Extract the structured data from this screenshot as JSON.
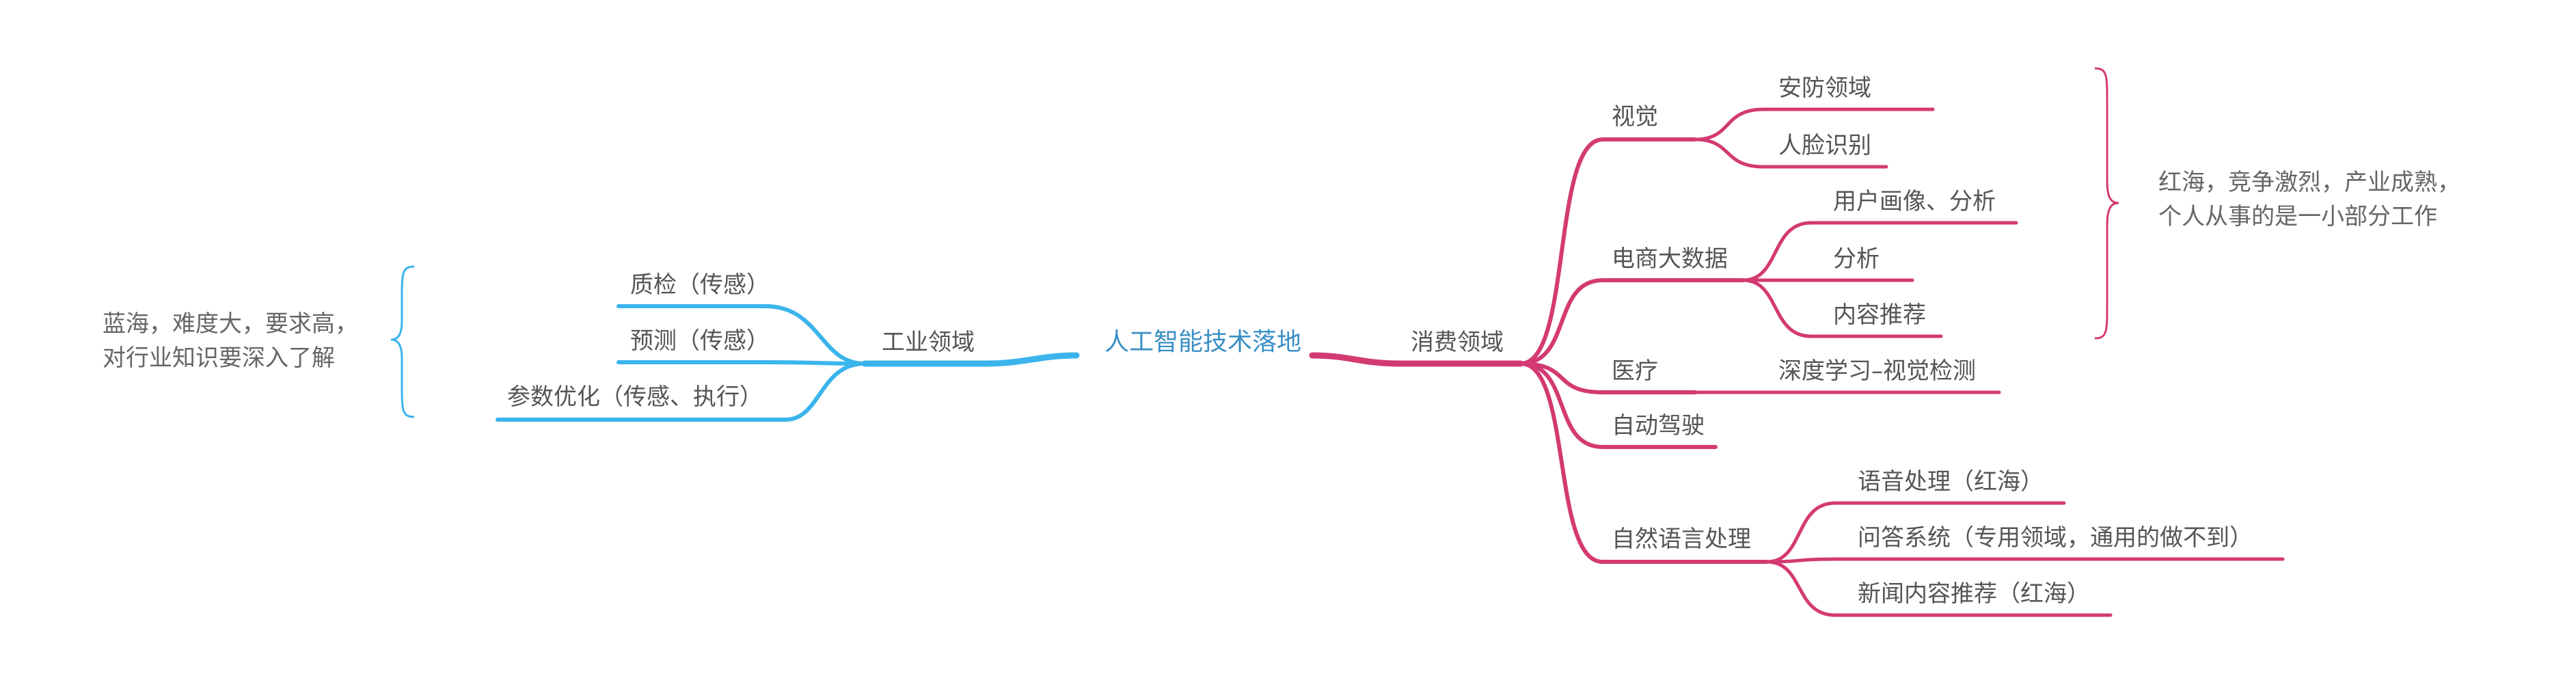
{
  "colors": {
    "left_branch": "#3bb4ec",
    "right_branch": "#d43a72",
    "root_text": "#3a8fc4",
    "node_text": "#555555"
  },
  "root": {
    "label": "人工智能技术落地"
  },
  "left": {
    "label": "工业领域",
    "children": [
      {
        "label": "质检（传感）"
      },
      {
        "label": "预测（传感）"
      },
      {
        "label": "参数优化（传感、执行）"
      }
    ],
    "note": [
      "蓝海，难度大，要求高，",
      "对行业知识要深入了解"
    ]
  },
  "right": {
    "label": "消费领域",
    "children": [
      {
        "label": "视觉",
        "children": [
          {
            "label": "安防领域"
          },
          {
            "label": "人脸识别"
          }
        ]
      },
      {
        "label": "电商大数据",
        "children": [
          {
            "label": "用户画像、分析"
          },
          {
            "label": "分析"
          },
          {
            "label": "内容推荐"
          }
        ]
      },
      {
        "label": "医疗",
        "children": [
          {
            "label": "深度学习–视觉检测"
          }
        ]
      },
      {
        "label": "自动驾驶",
        "children": []
      },
      {
        "label": "自然语言处理",
        "children": [
          {
            "label": "语音处理（红海）"
          },
          {
            "label": "问答系统（专用领域，通用的做不到）"
          },
          {
            "label": "新闻内容推荐（红海）"
          }
        ]
      }
    ],
    "note": [
      "红海，竞争激烈，产业成熟，",
      "个人从事的是一小部分工作"
    ]
  }
}
